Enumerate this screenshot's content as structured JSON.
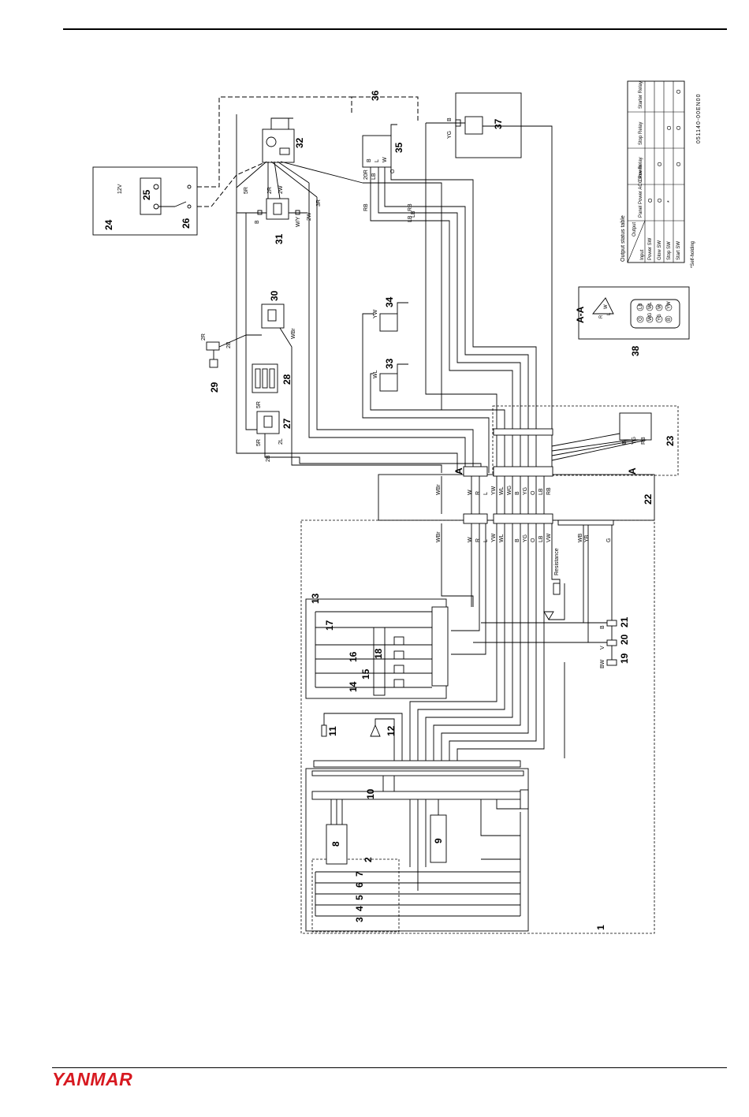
{
  "brand": {
    "logo_text": "YANMAR",
    "logo_color": "#d71920"
  },
  "diagram": {
    "doc_code": "051140-00EN00",
    "section_label": "A-A",
    "marker_label": "A",
    "resistance_label": "Resistance",
    "battery_voltage": "12V",
    "self_holding_note": "*Self-holding",
    "components": [
      "1",
      "2",
      "3",
      "4",
      "5",
      "6",
      "7",
      "8",
      "9",
      "10",
      "11",
      "12",
      "13",
      "14",
      "15",
      "16",
      "17",
      "18",
      "19",
      "20",
      "21",
      "22",
      "23",
      "24",
      "25",
      "26",
      "27",
      "28",
      "29",
      "30",
      "31",
      "32",
      "33",
      "34",
      "35",
      "36",
      "37",
      "38"
    ],
    "wires_upper": [
      "WBr",
      "W",
      "R",
      "L",
      "YW",
      "WL",
      "WG",
      "B",
      "YG",
      "O",
      "LB",
      "RB"
    ],
    "wires_lower": [
      "WBr",
      "W",
      "R",
      "L",
      "YW",
      "WL",
      "B",
      "YG",
      "O",
      "LB",
      "VW",
      "WB",
      "YB",
      "G"
    ],
    "wire_labels_misc": [
      "5R",
      "2R",
      "2W",
      "3R",
      "W/Y",
      "2W",
      "2R",
      "2B",
      "WBr",
      "5R",
      "2B",
      "2L",
      "5R",
      "B",
      "RB",
      "LB",
      "20R",
      "LB",
      "B",
      "L",
      "W",
      "O",
      "RB",
      "LB",
      "YG",
      "B",
      "YW",
      "WL",
      "B",
      "V",
      "BW",
      "YG",
      "RB",
      "B"
    ],
    "output_table": {
      "title": "Output status table",
      "header_input": "Input",
      "header_output": "Output",
      "columns": [
        "Panel Power ACC Power",
        "Glow Relay",
        "Stop Relay",
        "Starter Relay"
      ],
      "rows": [
        {
          "input": "Power SW",
          "marks": [
            "O",
            "",
            "",
            ""
          ]
        },
        {
          "input": "Glow SW",
          "marks": [
            "O",
            "O",
            "",
            ""
          ]
        },
        {
          "input": "Stop SW",
          "marks": [
            "*",
            "",
            "O",
            ""
          ]
        },
        {
          "input": "Start SW",
          "marks": [
            "",
            "O",
            "O",
            "O"
          ]
        }
      ]
    },
    "connector_pins": [
      "R",
      "W",
      "L",
      "LB",
      "WL",
      "W",
      "YW",
      "O",
      "WG",
      "YG",
      "B"
    ]
  }
}
